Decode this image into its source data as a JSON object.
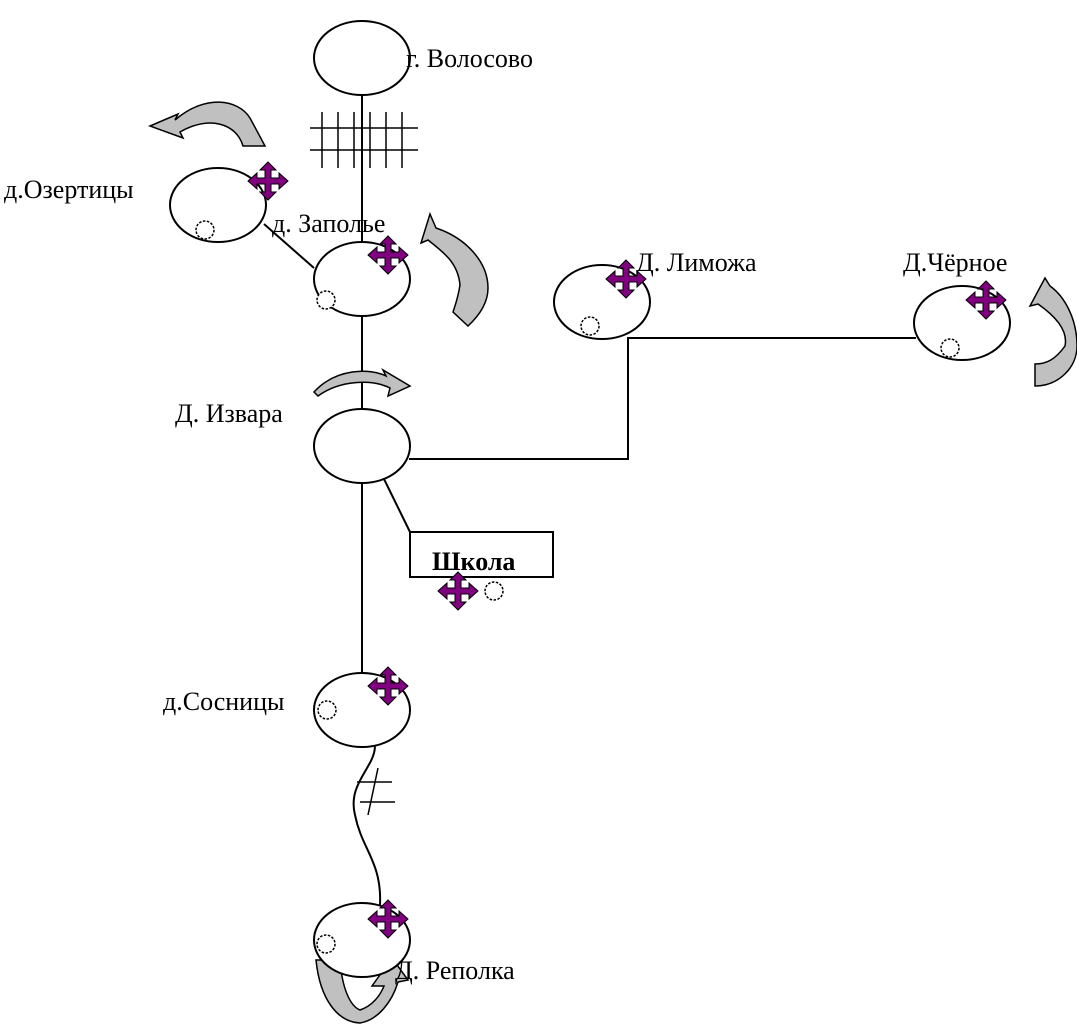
{
  "colors": {
    "line": "#000000",
    "background": "#ffffff",
    "move_symbol": "#800080",
    "curved_arrow_fill": "#c0c0c0"
  },
  "icons": [
    "cross-arrow-icon",
    "star-circle-icon",
    "curved-arrow-icon",
    "railroad-crossing-icon"
  ],
  "labels": {
    "volosovo": "г. Волосово",
    "ozertitsy": "д.Озертицы",
    "zapolye": "д. Заполье",
    "limozha": "Д. Лиможа",
    "chernoe": "Д.Чёрное",
    "izvara": "Д. Извара",
    "school": "Школа",
    "sosnitsy": "д.Сосницы",
    "repolka": "Д. Реполка"
  }
}
